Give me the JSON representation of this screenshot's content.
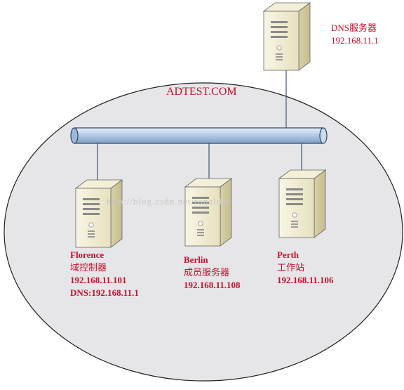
{
  "domain": "ADTEST.COM",
  "watermark": "http://blog.csdn.net/ronaldah",
  "dns_server": {
    "title": "DNS服务器",
    "ip": "192.168.11.1"
  },
  "nodes": [
    {
      "name": "Florence",
      "role": "域控制器",
      "ip": "192.168.11.101",
      "dns": "DNS:192.168.11.1"
    },
    {
      "name": "Berlin",
      "role": "成员服务器",
      "ip": "192.168.11.108"
    },
    {
      "name": "Perth",
      "role": "工作站",
      "ip": "192.168.11.106"
    }
  ],
  "colors": {
    "label_red": "#c8102e",
    "ellipse_fill": "#e6e6e8",
    "bus_blue": "#b4cdea",
    "server_beige": "#ece7c9"
  },
  "icons": [
    "server-icon",
    "network-bus"
  ]
}
